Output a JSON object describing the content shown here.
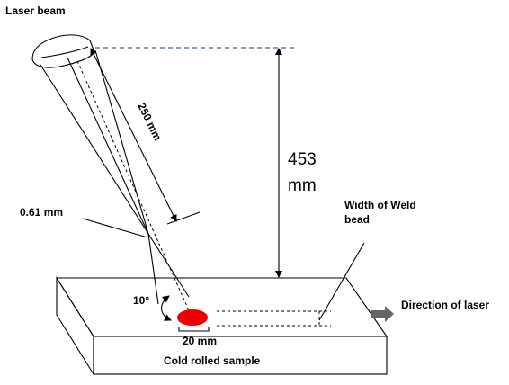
{
  "labels": {
    "laser_beam": "Laser beam",
    "length_250": "250 mm",
    "height_453_line1": "453",
    "height_453_line2": "mm",
    "spot_size": "0.61 mm",
    "weld_width_line1": "Width of Weld",
    "weld_width_line2": "bead",
    "angle": "10°",
    "direction": "Direction of laser",
    "spot_length": "20 mm",
    "sample": "Cold rolled sample"
  },
  "colors": {
    "spot": "#ee0000",
    "guide_dash": "#1a3a7a",
    "arrow_gray": "#666666"
  }
}
